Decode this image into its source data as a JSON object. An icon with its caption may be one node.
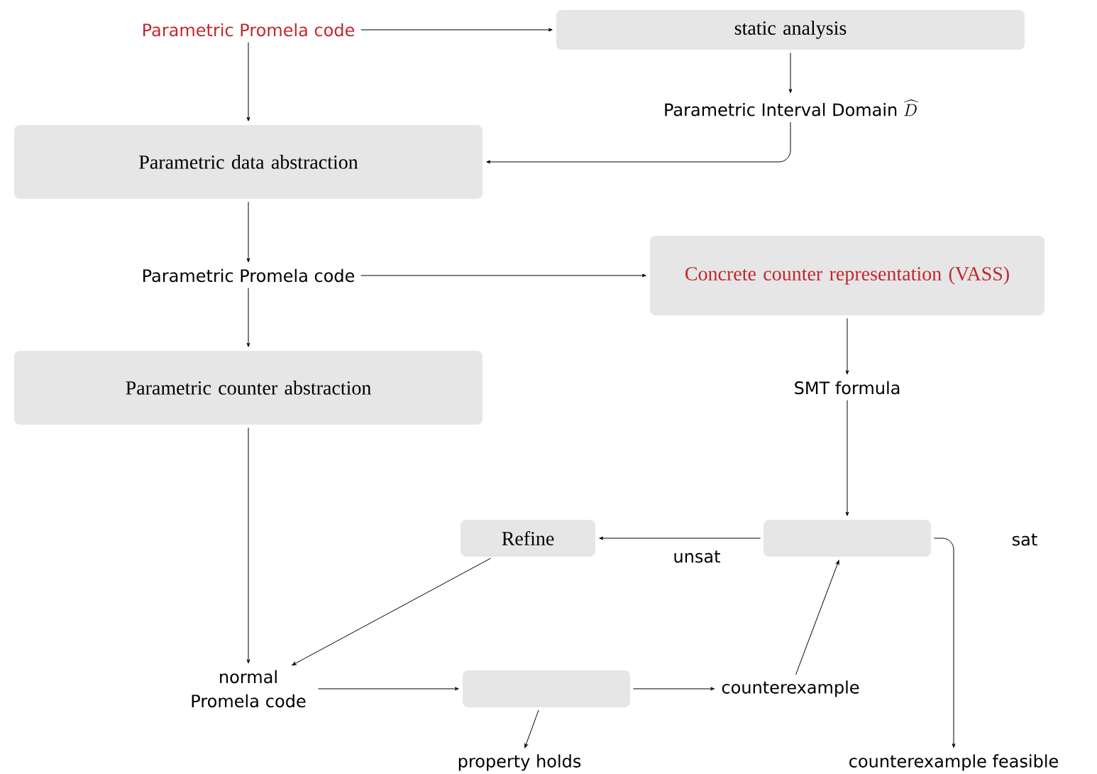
{
  "diagram": {
    "nodes": [
      {
        "text": [
          "Parametric Promela code"
        ]
      },
      {
        "text": [
          "static analysis"
        ]
      },
      {
        "text": [
          "Parametric Interval Domain",
          "\\widehat{D}"
        ]
      },
      {
        "text": [
          "Parametric data abstraction"
        ]
      },
      {
        "text": [
          "Parametric Promela code"
        ]
      },
      {
        "text": [
          "Concrete counter representation (VASS)"
        ]
      },
      {
        "text": [
          "SMT formula"
        ]
      },
      {
        "text": [
          "Parametric counter abstraction"
        ]
      },
      {
        "text": [
          "Refine"
        ]
      },
      {
        "text": [],
        "shape": "box"
      },
      {
        "text": [
          "normal Promela code"
        ]
      },
      {
        "text": [],
        "shape": "box"
      },
      {
        "text": [
          "counterexample"
        ]
      },
      {
        "text": [
          "property holds"
        ]
      },
      {
        "text": [
          "counterexample feasible"
        ]
      }
    ],
    "edges": [
      {
        "from": 0,
        "to": 1,
        "arrow": "to"
      },
      {
        "from": 1,
        "to": 2,
        "arrow": "to"
      },
      {
        "from": 0,
        "to": 3,
        "arrow": "to"
      },
      {
        "from": 2,
        "to": 3,
        "arrow": "to"
      },
      {
        "from": 3,
        "to": 4,
        "arrow": "to"
      },
      {
        "from": 4,
        "to": 5,
        "arrow": "to"
      },
      {
        "from": 4,
        "to": 7,
        "arrow": "to"
      },
      {
        "from": 5,
        "to": 6,
        "arrow": "to"
      },
      {
        "from": 6,
        "to": 9,
        "arrow": "to"
      },
      {
        "from": 9,
        "to": 8,
        "arrow": "to",
        "label": "unsat"
      },
      {
        "from": 9,
        "to": 14,
        "arrow": "to",
        "label": "sat"
      },
      {
        "from": 8,
        "to": 10,
        "arrow": "to"
      },
      {
        "from": 7,
        "to": 10,
        "arrow": "to"
      },
      {
        "from": 10,
        "to": 11,
        "arrow": "to"
      },
      {
        "from": 11,
        "to": 12,
        "arrow": "to"
      },
      {
        "from": 11,
        "to": 13,
        "arrow": "to"
      },
      {
        "from": 12,
        "to": 9,
        "arrow": "to"
      }
    ]
  }
}
